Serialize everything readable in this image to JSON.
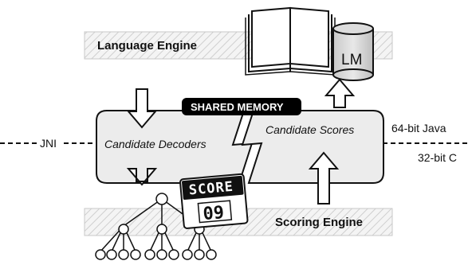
{
  "language_engine": {
    "label": "Language Engine"
  },
  "lm": {
    "label": "LM"
  },
  "shared_memory": {
    "label": "SHARED MEMORY"
  },
  "jni": {
    "label": "JNI"
  },
  "candidate_decoders": {
    "label": "Candidate Decoders"
  },
  "candidate_scores": {
    "label": "Candidate Scores"
  },
  "java": {
    "label": "64-bit Java"
  },
  "c": {
    "label": "32-bit C"
  },
  "score_display": {
    "title": "SCORE",
    "value": "09"
  },
  "scoring_engine": {
    "label": "Scoring Engine"
  },
  "colors": {
    "hatch": "#d6d6d6",
    "panel": "#eeeeee",
    "badge": "#000000",
    "stroke": "#111111"
  },
  "icons": [
    "book-icon",
    "database-icon",
    "tree-icon",
    "scoreboard-icon"
  ]
}
